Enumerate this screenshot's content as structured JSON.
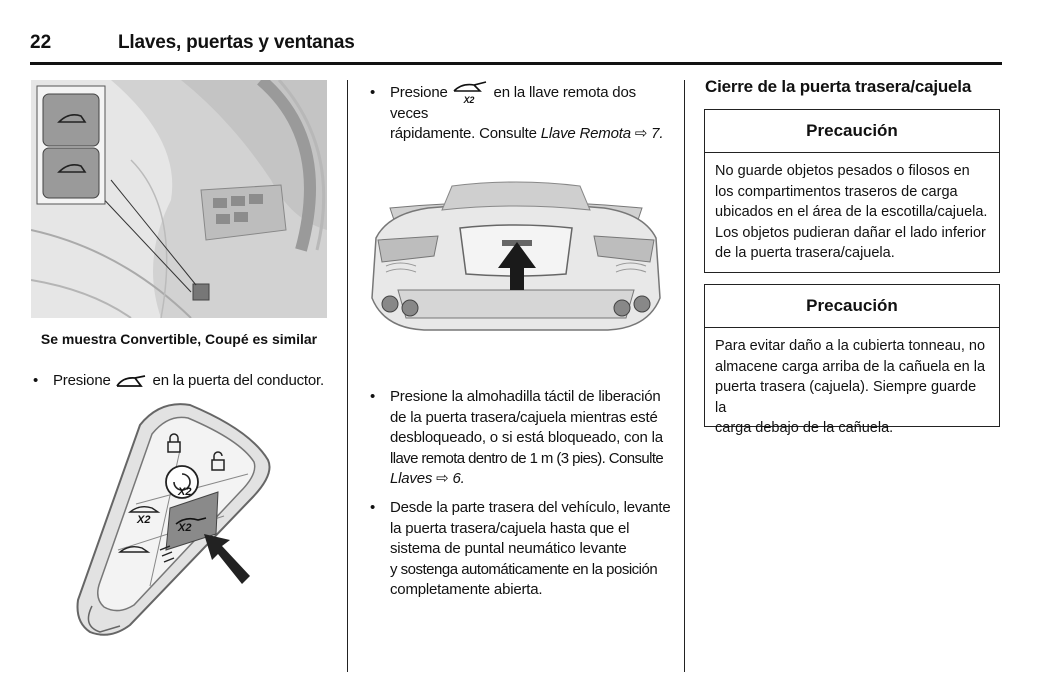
{
  "header": {
    "page_number": "22",
    "section_title": "Llaves, puertas y ventanas"
  },
  "left_column": {
    "caption": "Se muestra Convertible, Coupé es similar",
    "bullet_1": {
      "before": "Presione",
      "after": "en la puerta del conductor."
    },
    "key_fob_labels": {
      "x2_a": "X2",
      "x2_b": "X2",
      "x2_c": "X2"
    }
  },
  "middle_column": {
    "bullet_1": {
      "before": "Presione",
      "icon_label": "X2",
      "after": "en la llave remota dos veces",
      "line2": "rápidamente. Consulte",
      "ref": "Llave Remota",
      "page": "7."
    },
    "bullet_2": {
      "lines": [
        "Presione la almohadilla táctil de liberación",
        "de la puerta trasera/cajuela mientras esté",
        "desbloqueado, o si está bloqueado, con la",
        "llave remota dentro de 1 m (3 pies). Consulte"
      ],
      "ref": "Llaves",
      "page": "6."
    },
    "bullet_3": {
      "lines": [
        "Desde la parte trasera del vehículo, levante",
        "la puerta trasera/cajuela hasta que el",
        "sistema de puntal neumático levante",
        "y sostenga automáticamente en la posición",
        "completamente abierta."
      ]
    }
  },
  "right_column": {
    "subhead": "Cierre de la puerta trasera/cajuela",
    "caution_1": {
      "title": "Precaución",
      "lines": [
        "No guarde objetos pesados o filosos en",
        "los compartimentos traseros de carga",
        "ubicados en el área de la escotilla/cajuela.",
        "Los objetos pudieran dañar el lado inferior",
        "de la puerta trasera/cajuela."
      ]
    },
    "caution_2": {
      "title": "Precaución",
      "lines": [
        "Para evitar daño a la cubierta tonneau, no",
        "almacene carga arriba de la cañuela en la",
        "puerta trasera (cajuela). Siempre guarde la",
        "carga debajo de la cañuela."
      ]
    }
  }
}
